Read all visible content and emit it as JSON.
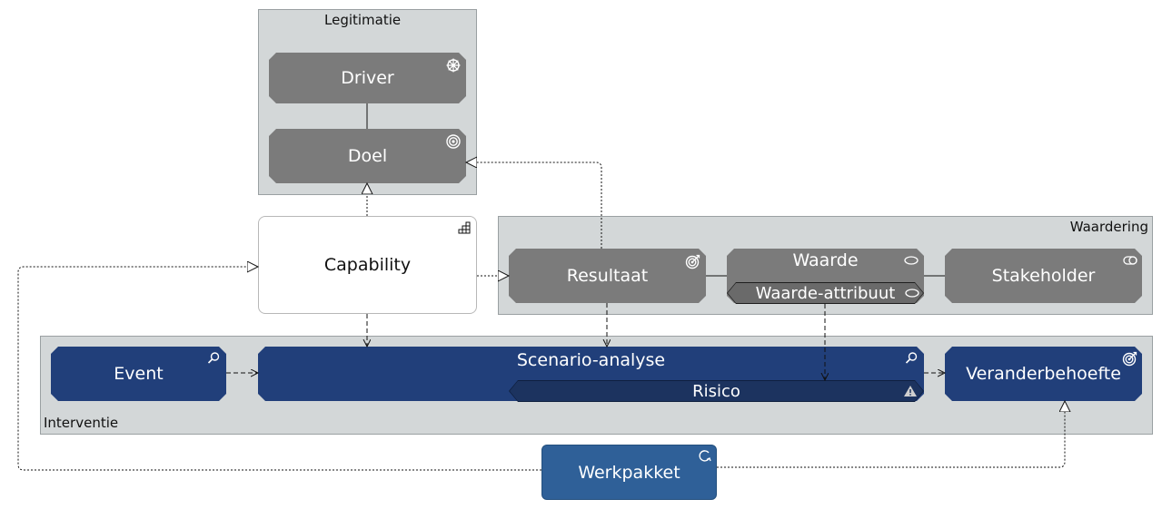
{
  "groups": {
    "legitimatie": "Legitimatie",
    "waardering": "Waardering",
    "interventie": "Interventie"
  },
  "nodes": {
    "driver": "Driver",
    "doel": "Doel",
    "capability": "Capability",
    "resultaat": "Resultaat",
    "waarde": "Waarde",
    "waarde_attribuut": "Waarde-attribuut",
    "stakeholder": "Stakeholder",
    "event": "Event",
    "scenario_analyse": "Scenario-analyse",
    "risico": "Risico",
    "veranderbehoefte": "Veranderbehoefte",
    "werkpakket": "Werkpakket"
  },
  "colors": {
    "motivation_grey": "#7b7b7b",
    "business_navy": "#213f7a",
    "group_grey": "#d3d7d8",
    "workpackage_blue": "#2f6098"
  }
}
